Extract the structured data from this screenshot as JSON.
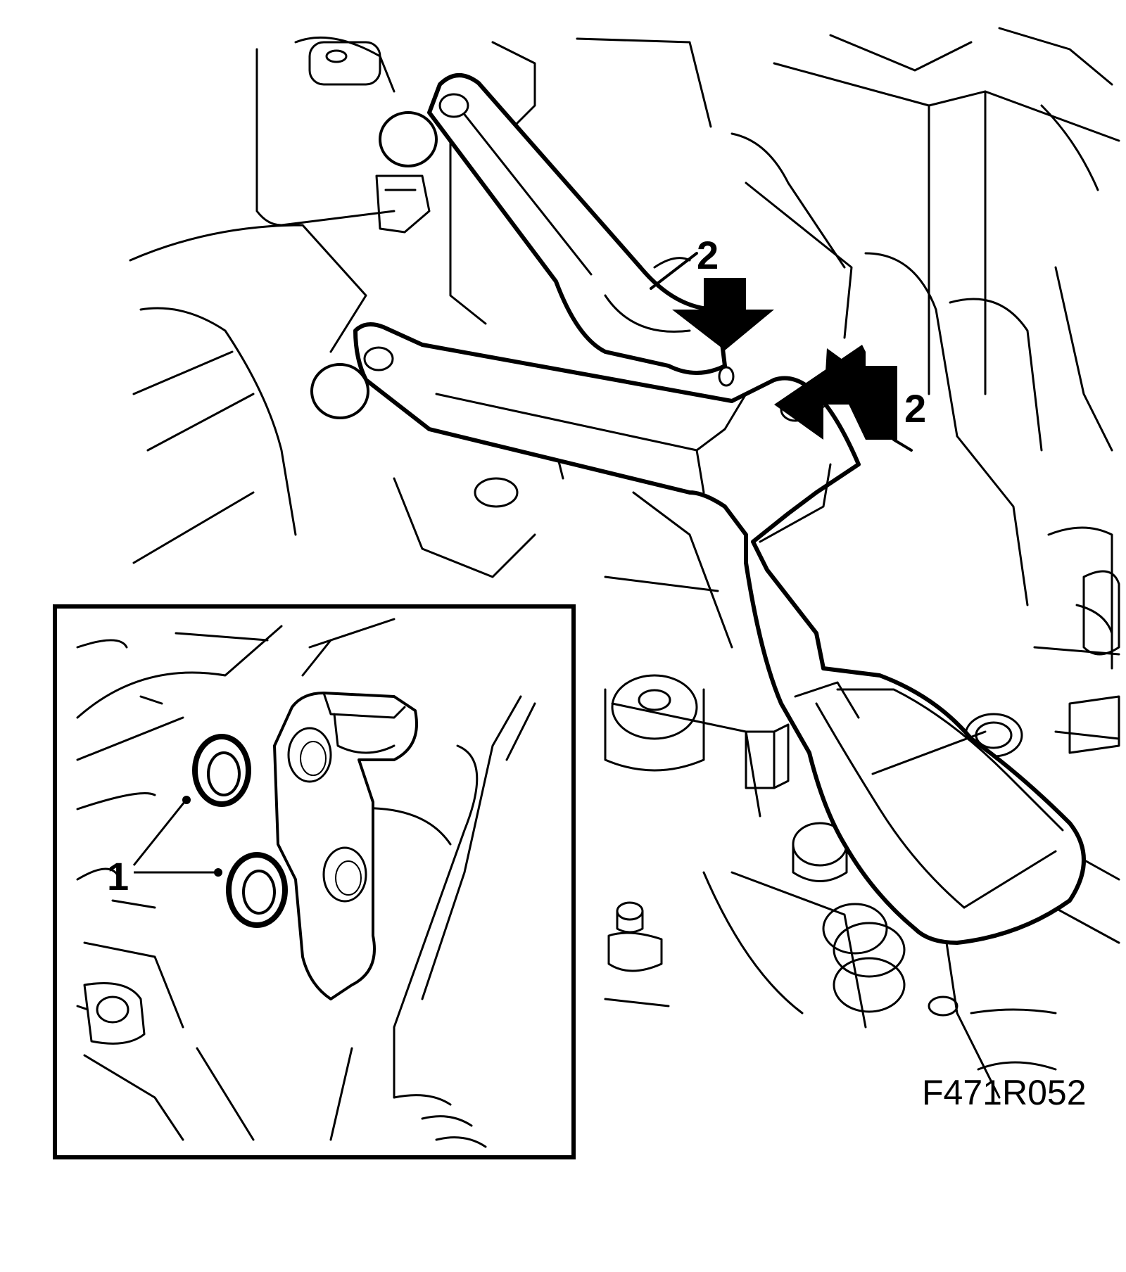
{
  "diagram": {
    "figure_code": "F471R052",
    "callouts": {
      "seal_label": "1",
      "arrow_label_top": "2",
      "arrow_label_right": "2"
    },
    "colors": {
      "ink": "#000000",
      "paper": "#ffffff"
    }
  }
}
